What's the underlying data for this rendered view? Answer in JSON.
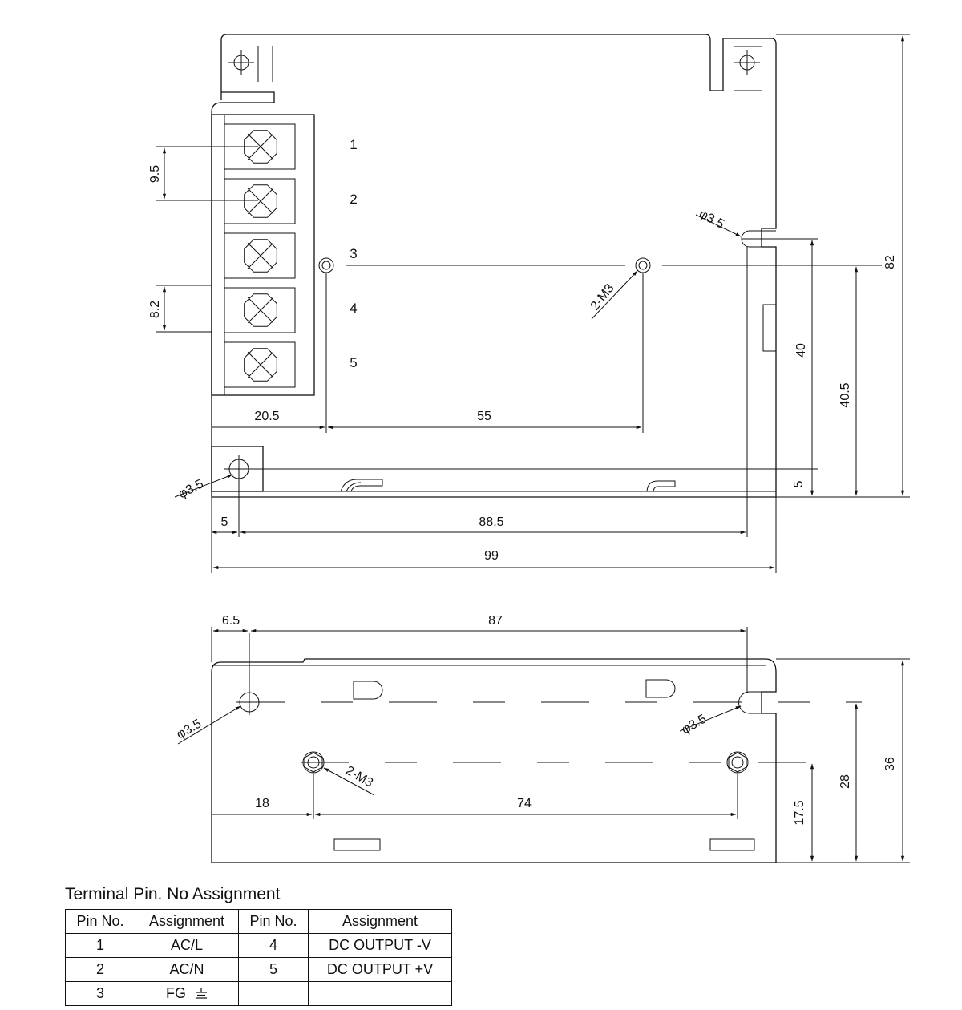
{
  "top_view": {
    "pin_numbers": [
      "1",
      "2",
      "3",
      "4",
      "5"
    ],
    "dims": {
      "pitch_9_5": "9.5",
      "pitch_8_2": "8.2",
      "d_20_5": "20.5",
      "d_55": "55",
      "d_5_left": "5",
      "d_88_5": "88.5",
      "d_99": "99",
      "d_82": "82",
      "d_40": "40",
      "d_40_5": "40.5",
      "d_5_right": "5"
    },
    "callouts": {
      "hole_top_right": "φ3.5",
      "hole_bottom_left": "φ3.5",
      "screw": "2-M3"
    }
  },
  "side_view": {
    "dims": {
      "d_6_5": "6.5",
      "d_87": "87",
      "d_18": "18",
      "d_74": "74",
      "d_17_5": "17.5",
      "d_28": "28",
      "d_36": "36"
    },
    "callouts": {
      "hole_left": "φ3.5",
      "hole_right": "φ3.5",
      "screw": "2-M3"
    }
  },
  "terminal_table": {
    "title": "Terminal Pin. No Assignment",
    "headers": [
      "Pin No.",
      "Assignment",
      "Pin No.",
      "Assignment"
    ],
    "rows": [
      [
        "1",
        "AC/L",
        "4",
        "DC OUTPUT -V"
      ],
      [
        "2",
        "AC/N",
        "5",
        "DC OUTPUT +V"
      ],
      [
        "3",
        "FG",
        "",
        ""
      ]
    ]
  }
}
